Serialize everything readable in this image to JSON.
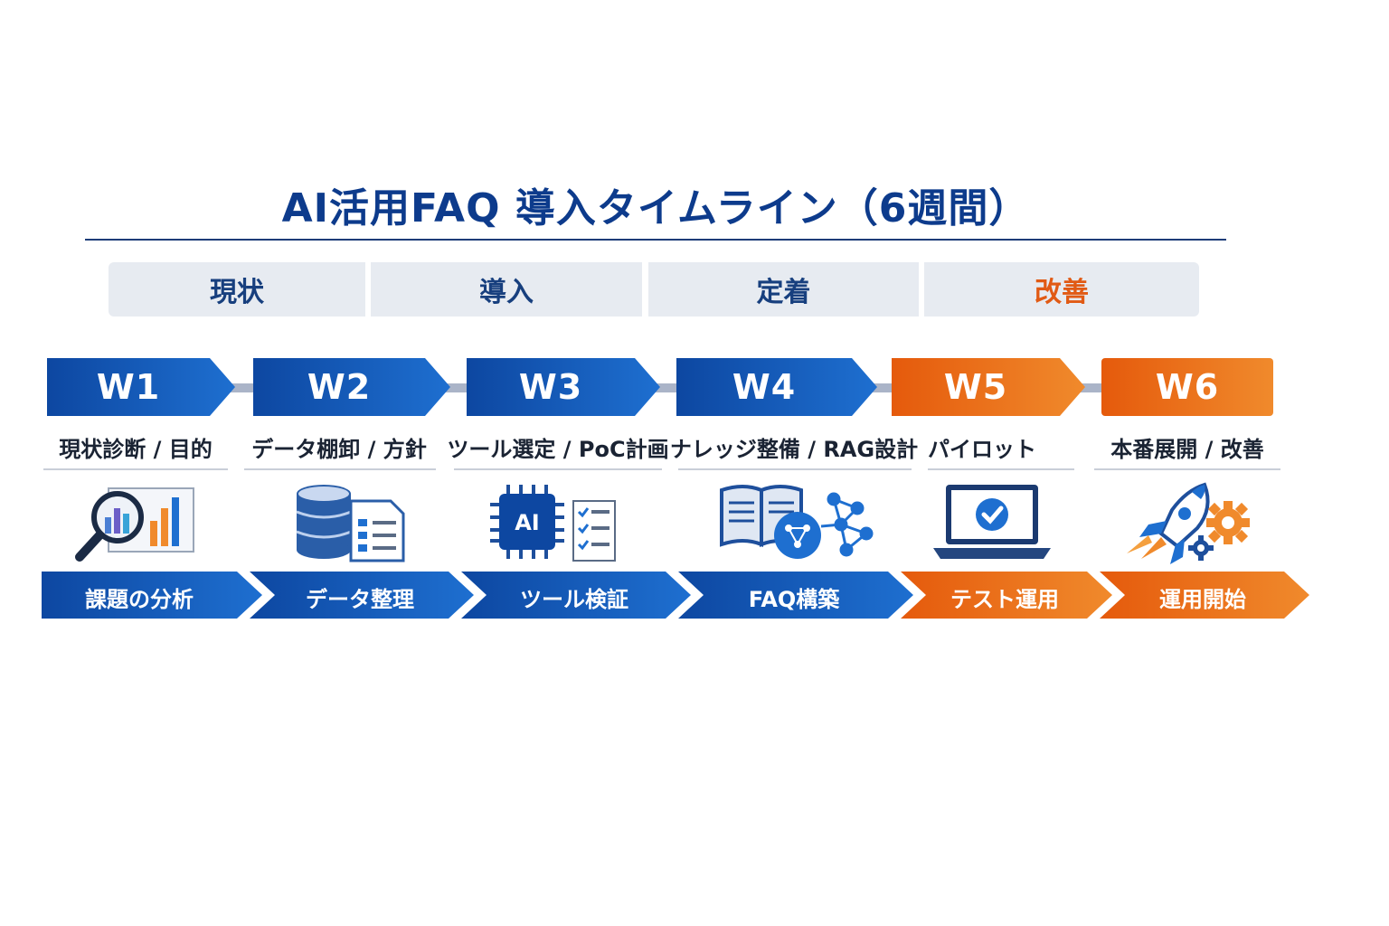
{
  "title": "AI活用FAQ 導入タイムライン（6週間）",
  "phases": [
    {
      "label": "現状",
      "accent": false
    },
    {
      "label": "導入",
      "accent": false
    },
    {
      "label": "定着",
      "accent": false
    },
    {
      "label": "改善",
      "accent": true
    }
  ],
  "weeks": [
    {
      "label": "W1",
      "task": "現状診断 / 目的",
      "step": "課題の分析",
      "icon": "magnifier-chart-icon",
      "color": "blue"
    },
    {
      "label": "W2",
      "task": "データ棚卸 / 方針",
      "step": "データ整理",
      "icon": "database-document-icon",
      "color": "blue"
    },
    {
      "label": "W3",
      "task": "ツール選定 / PoC計画",
      "step": "ツール検証",
      "icon": "ai-chip-checklist-icon",
      "color": "blue"
    },
    {
      "label": "W4",
      "task": "ナレッジ整備 / RAG設計",
      "step": "FAQ構築",
      "icon": "book-network-icon",
      "color": "blue"
    },
    {
      "label": "W5",
      "task": "パイロット",
      "step": "テスト運用",
      "icon": "laptop-check-icon",
      "color": "orange"
    },
    {
      "label": "W6",
      "task": "本番展開 / 改善",
      "step": "運用開始",
      "icon": "rocket-gears-icon",
      "color": "orange"
    }
  ],
  "colors": {
    "blue_dark": "#0d47a1",
    "blue_light": "#1e6fd0",
    "orange_dark": "#e55a0c",
    "orange_light": "#f08a2c",
    "title": "#0d3b8c",
    "accent_text": "#e15a14"
  }
}
